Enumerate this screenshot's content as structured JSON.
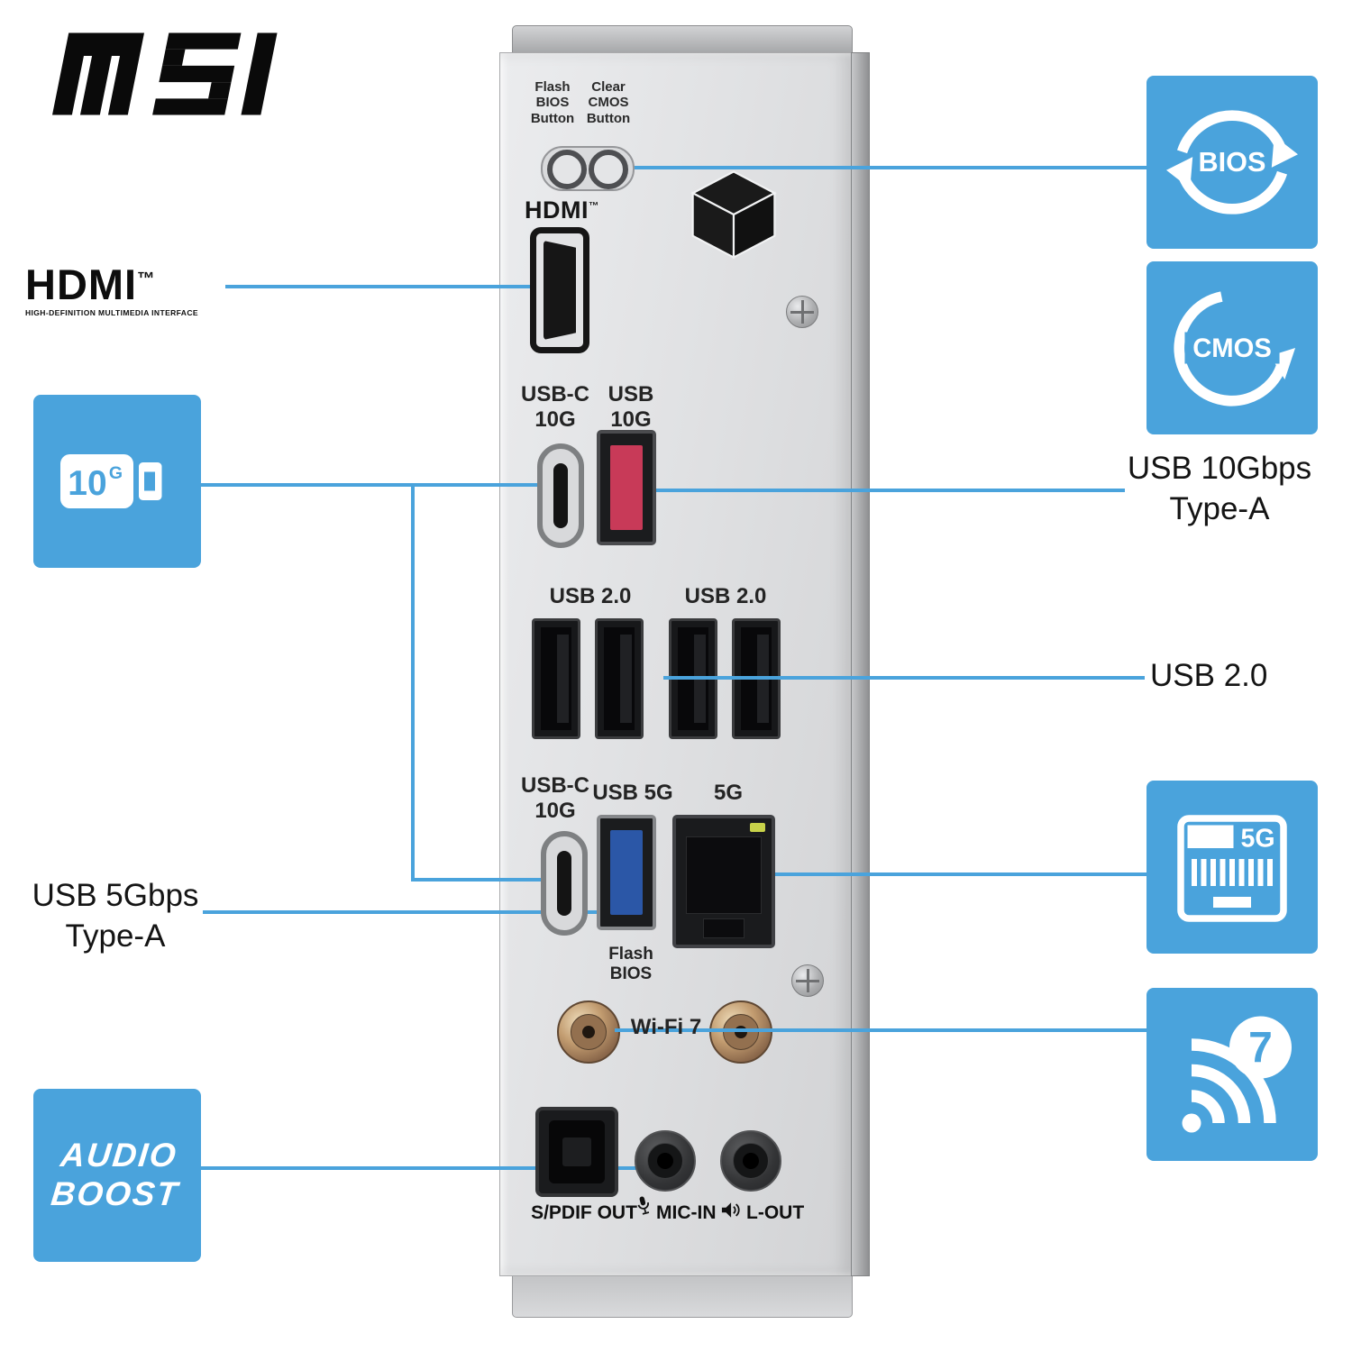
{
  "colors": {
    "accent": "#4aa3dc",
    "usb10_red": "#c83a58",
    "usb5_blue": "#2b57a7"
  },
  "brand": {
    "name": "MSI"
  },
  "left": {
    "hdmi_logo": {
      "title": "HDMI",
      "tm": "™",
      "subtitle": "HIGH-DEFINITION MULTIMEDIA INTERFACE"
    },
    "badge_10g": {
      "num": "10",
      "g": "G"
    },
    "usb5_label": {
      "line1": "USB 5Gbps",
      "line2": "Type-A"
    },
    "audio_badge": {
      "line1": "AUDIO",
      "line2": "BOOST"
    }
  },
  "right": {
    "bios_badge": "BIOS",
    "cmos_badge": "CMOS",
    "usb10_label": {
      "line1": "USB 10Gbps",
      "line2": "Type-A"
    },
    "usb20_label": "USB 2.0",
    "eth_badge": "5G",
    "wifi_badge": "7"
  },
  "panel": {
    "flash_btn": {
      "l1": "Flash",
      "l2": "BIOS",
      "l3": "Button"
    },
    "clear_btn": {
      "l1": "Clear",
      "l2": "CMOS",
      "l3": "Button"
    },
    "hdmi": {
      "label": "HDMI",
      "tm": "™"
    },
    "usbc_top": {
      "l1": "USB-C",
      "l2": "10G"
    },
    "usb10_top": {
      "l1": "USB",
      "l2": "10G"
    },
    "usb20_left": "USB 2.0",
    "usb20_right": "USB 2.0",
    "usbc_bot": {
      "l1": "USB-C",
      "l2": "10G"
    },
    "usb5g": "USB 5G",
    "eth": "5G",
    "flash_bios": "Flash BIOS",
    "wifi": "Wi-Fi 7",
    "spdif": "S/PDIF OUT",
    "mic": "MIC-IN",
    "lout": "L-OUT"
  }
}
